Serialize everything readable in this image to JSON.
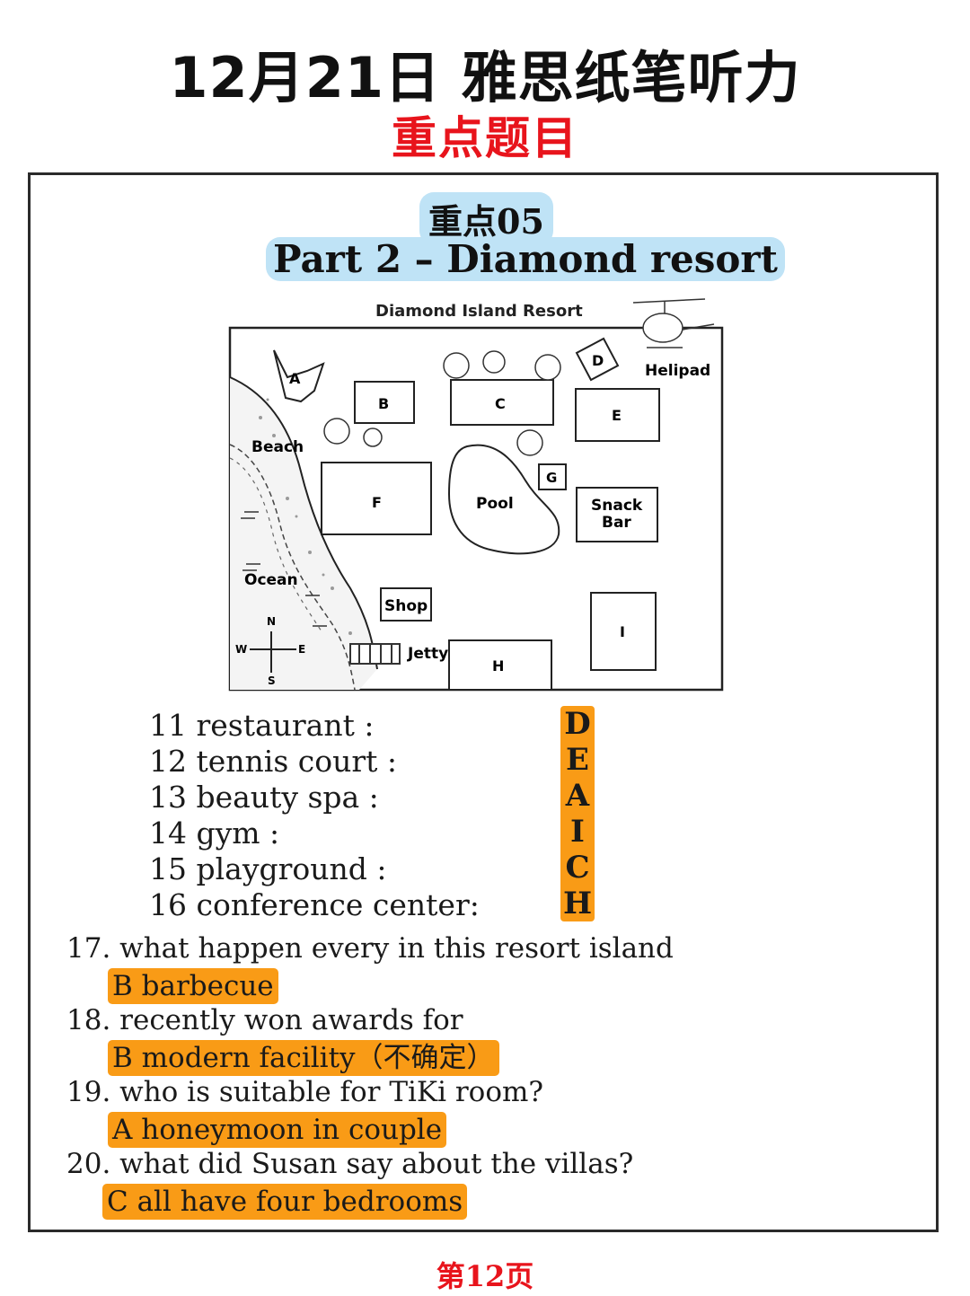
{
  "header": {
    "title": "12月21日 雅思纸笔听力",
    "subtitle": "重点题目"
  },
  "section": {
    "label": "重点05",
    "part_title": "Part 2 – Diamond resort"
  },
  "map": {
    "title": "Diamond Island Resort",
    "labels": {
      "a": "A",
      "b": "B",
      "c": "C",
      "d": "D",
      "e": "E",
      "f": "F",
      "g": "G",
      "h": "H",
      "i": "I",
      "pool": "Pool",
      "snack1": "Snack",
      "snack2": "Bar",
      "shop": "Shop",
      "helipad": "Helipad",
      "beach": "Beach",
      "ocean": "Ocean",
      "jetty": "Jetty",
      "n": "N",
      "s": "S",
      "e_dir": "E",
      "w": "W"
    }
  },
  "matching": [
    {
      "label": "11 restaurant :",
      "answer": "D"
    },
    {
      "label": "12 tennis court :",
      "answer": "E"
    },
    {
      "label": "13 beauty spa :",
      "answer": "A"
    },
    {
      "label": "14 gym :",
      "answer": "I"
    },
    {
      "label": "15 playground :",
      "answer": "C"
    },
    {
      "label": "16 conference center:",
      "answer": "H"
    }
  ],
  "questions": [
    {
      "q": "17. what happen every in this resort island",
      "a": "B barbecue"
    },
    {
      "q": "18. recently won awards for",
      "a": "B modern facility（不确定）"
    },
    {
      "q": "19. who is suitable for TiKi room?",
      "a": "A honeymoon in couple"
    },
    {
      "q": "20. what did Susan say about the villas?",
      "a": "C all have four bedrooms"
    }
  ],
  "footer": {
    "page": "第12页"
  }
}
